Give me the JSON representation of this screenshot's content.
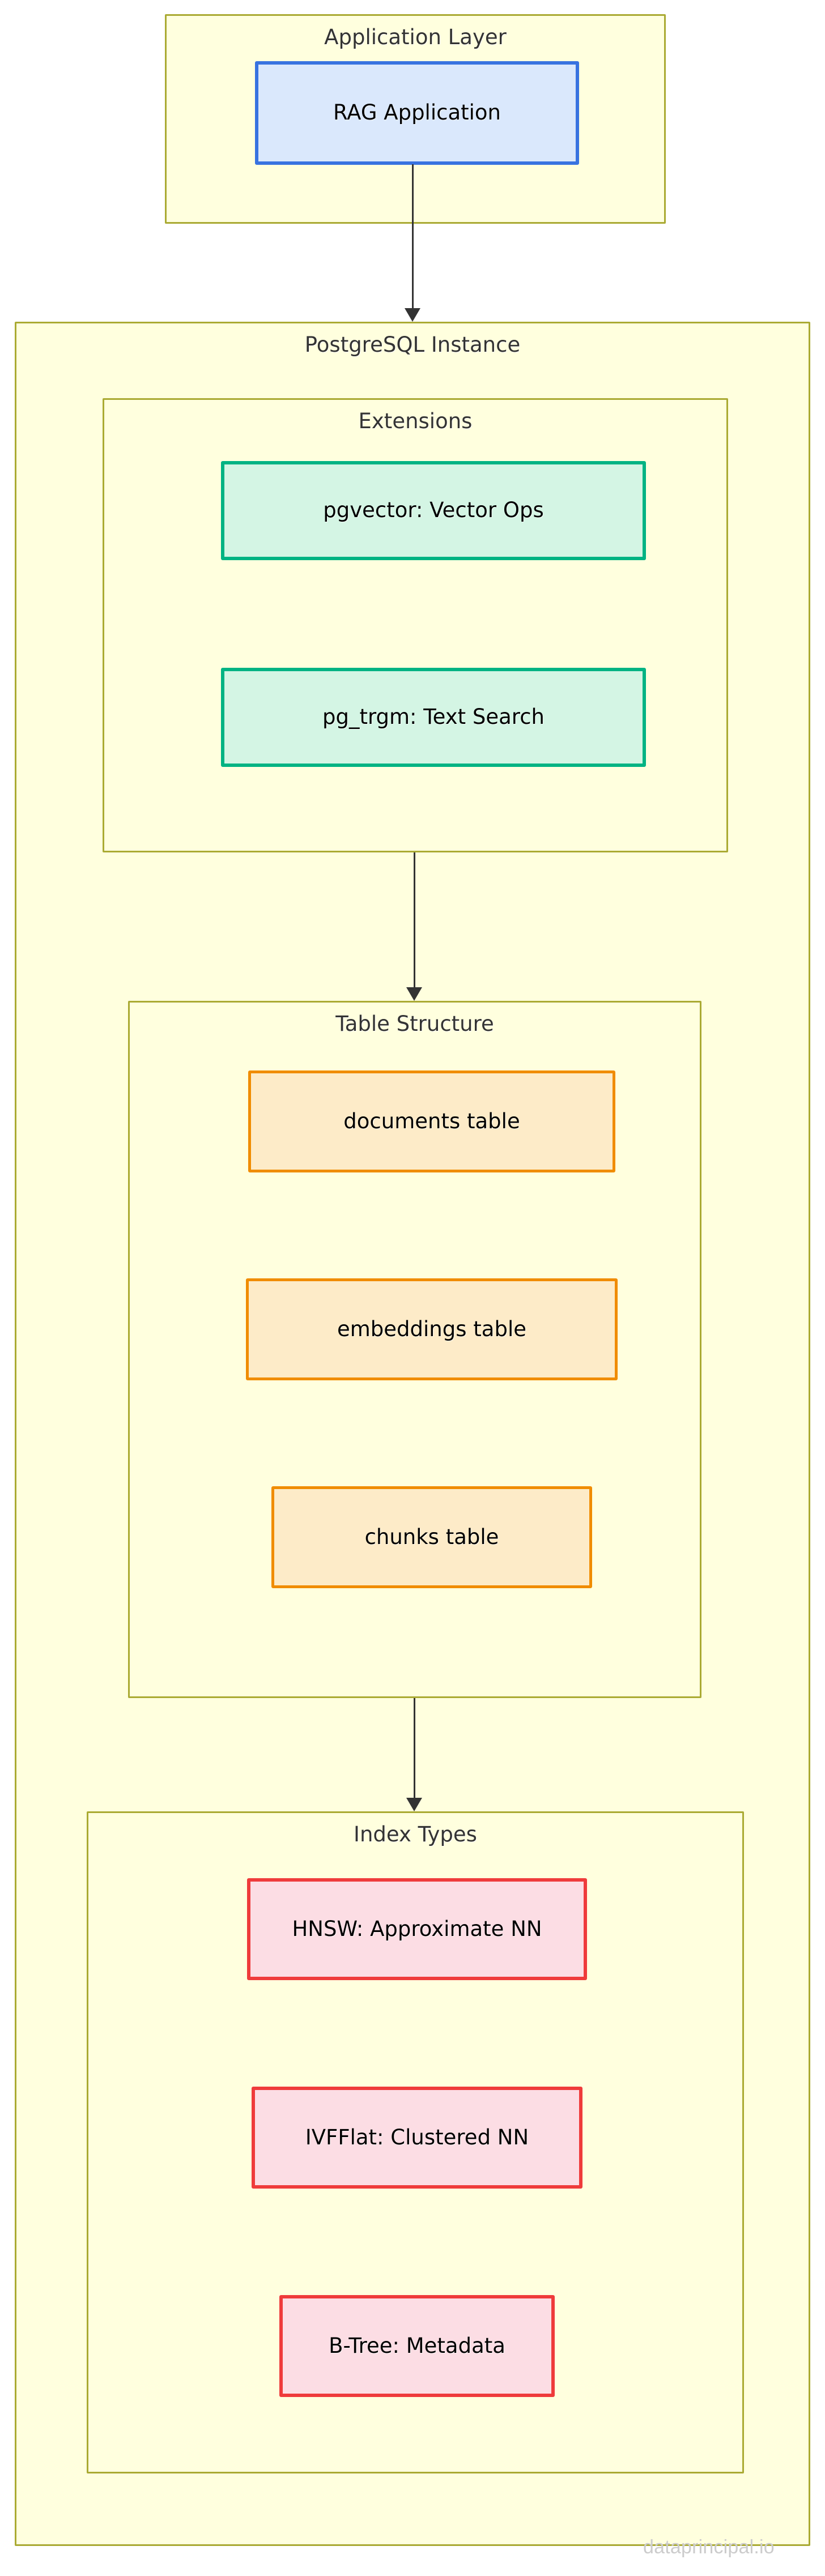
{
  "diagram": {
    "type": "flowchart",
    "direction": "top-to-bottom",
    "title_watermark": "dataprincipal.io",
    "colors": {
      "subgraph_fill": "#ffffde",
      "subgraph_border": "#aaaa33",
      "application_node_fill": "#dae8fc",
      "application_node_border": "#3873e0",
      "extension_node_fill": "#d4f5e4",
      "extension_node_border": "#00b383",
      "table_node_fill": "#fdebc8",
      "table_node_border": "#f08c00",
      "index_node_fill": "#fcdde4",
      "index_node_border": "#ef3b3b",
      "arrow": "#333333",
      "watermark": "#cccccc"
    },
    "groups": [
      {
        "id": "application-layer",
        "title": "Application Layer",
        "nodes": [
          {
            "id": "rag-application",
            "label": "RAG Application",
            "style": "blue"
          }
        ]
      },
      {
        "id": "postgresql-instance",
        "title": "PostgreSQL Instance",
        "groups": [
          {
            "id": "extensions",
            "title": "Extensions",
            "nodes": [
              {
                "id": "pgvector",
                "label": "pgvector: Vector Ops",
                "style": "green"
              },
              {
                "id": "pg-trgm",
                "label": "pg_trgm: Text Search",
                "style": "green"
              }
            ]
          },
          {
            "id": "table-structure",
            "title": "Table Structure",
            "nodes": [
              {
                "id": "documents-table",
                "label": "documents table",
                "style": "orange"
              },
              {
                "id": "embeddings-table",
                "label": "embeddings table",
                "style": "orange"
              },
              {
                "id": "chunks-table",
                "label": "chunks table",
                "style": "orange"
              }
            ]
          },
          {
            "id": "index-types",
            "title": "Index Types",
            "nodes": [
              {
                "id": "hnsw",
                "label": "HNSW: Approximate NN",
                "style": "red"
              },
              {
                "id": "ivfflat",
                "label": "IVFFlat: Clustered NN",
                "style": "red"
              },
              {
                "id": "b-tree",
                "label": "B-Tree: Metadata",
                "style": "red"
              }
            ]
          }
        ]
      }
    ],
    "edges": [
      {
        "id": "edge-app-to-postgres",
        "from": "rag-application",
        "to": "postgresql-instance",
        "arrow": "down"
      },
      {
        "id": "edge-extensions-to-tables",
        "from": "extensions",
        "to": "table-structure",
        "arrow": "down"
      },
      {
        "id": "edge-tables-to-indexes",
        "from": "table-structure",
        "to": "index-types",
        "arrow": "down"
      }
    ]
  }
}
